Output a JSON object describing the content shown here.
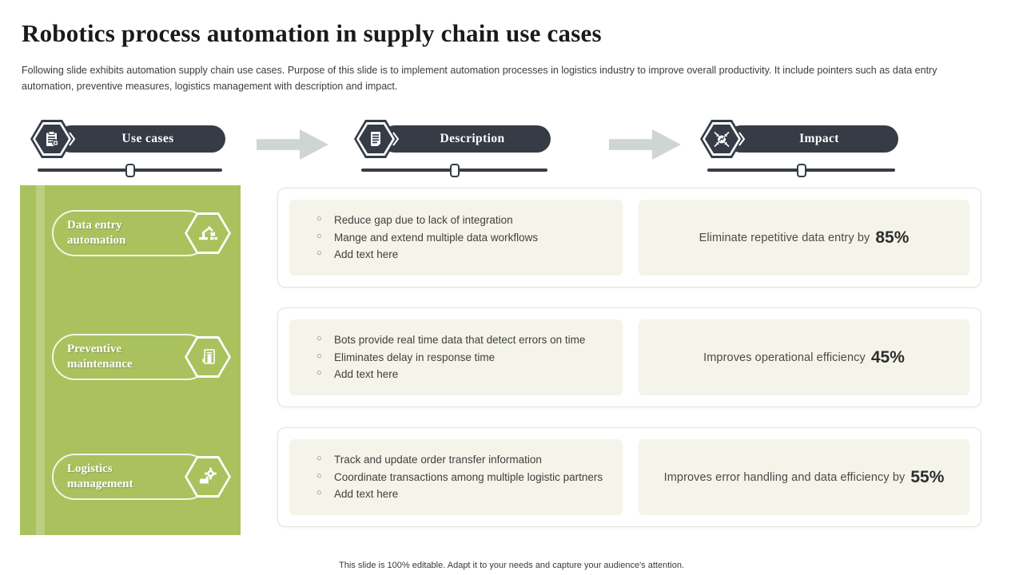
{
  "slide": {
    "title": "Robotics process automation in supply chain use cases",
    "subtitle": "Following slide exhibits automation supply chain use cases. Purpose of this slide is to implement automation processes in logistics industry to improve overall productivity.  It include pointers such as data entry automation, preventive  measures, logistics management with description and impact.",
    "footer": "This slide is 100% editable. Adapt it to your needs and capture your audience's attention."
  },
  "process_columns": [
    {
      "label": "Use cases",
      "icon": "clipboard-gear-icon"
    },
    {
      "label": "Description",
      "icon": "document-lines-icon"
    },
    {
      "label": "Impact",
      "icon": "impact-arrows-icon"
    }
  ],
  "rows": [
    {
      "use_case": "Data entry automation",
      "icon": "robot-arm-icon",
      "description": [
        "Reduce gap due to lack of integration",
        "Mange and extend multiple data workflows",
        "Add text here"
      ],
      "impact_text": "Eliminate repetitive data entry by",
      "impact_value": "85%"
    },
    {
      "use_case": "Preventive maintenance",
      "icon": "maintenance-document-icon",
      "description": [
        "Bots provide real time data that detect errors on time",
        "Eliminates delay in response time",
        "Add text here"
      ],
      "impact_text": "Improves operational efficiency",
      "impact_value": "45%"
    },
    {
      "use_case": "Logistics management",
      "icon": "hand-gear-icon",
      "description": [
        "Track and update order transfer information",
        "Coordinate transactions among multiple logistic partners",
        "Add text here"
      ],
      "impact_text": "Improves error handling and data efficiency by",
      "impact_value": "55%"
    }
  ],
  "colors": {
    "dark_slate": "#353c46",
    "panel_green": "#a9c25e",
    "box_beige": "#f5f4ea",
    "arrow_gray": "#cfd5d5"
  }
}
